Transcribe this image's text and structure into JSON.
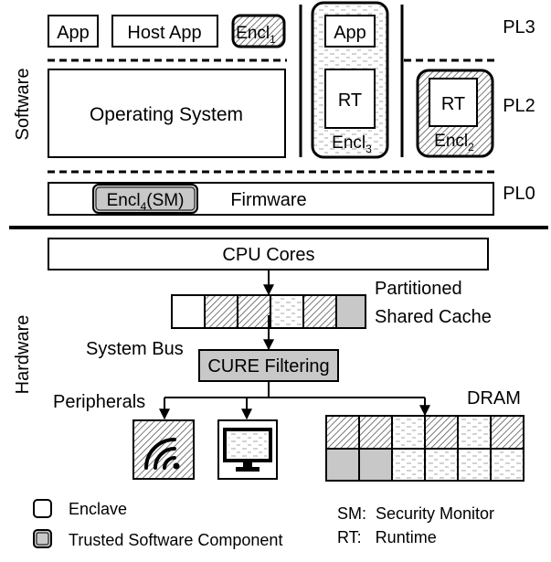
{
  "sections": {
    "software": "Software",
    "hardware": "Hardware"
  },
  "privilege_levels": {
    "pl3": "PL3",
    "pl2": "PL2",
    "pl0": "PL0"
  },
  "software": {
    "app": "App",
    "host_app": "Host App",
    "encl1": {
      "base": "Encl",
      "sub": "1"
    },
    "operating_system": "Operating System",
    "encl3_app": "App",
    "encl3_rt": "RT",
    "encl3": {
      "base": "Encl",
      "sub": "3"
    },
    "encl2_rt": "RT",
    "encl2": {
      "base": "Encl",
      "sub": "2"
    },
    "encl4": {
      "base": "Encl",
      "sub": "4",
      "suffix": "(SM)"
    },
    "firmware": "Firmware"
  },
  "hardware": {
    "cpu_cores": "CPU Cores",
    "cache_line1": "Partitioned",
    "cache_line2": "Shared Cache",
    "system_bus": "System Bus",
    "cure_filtering": "CURE Filtering",
    "peripherals": "Peripherals",
    "dram": "DRAM"
  },
  "legend": {
    "enclave": "Enclave",
    "trusted": "Trusted Software Component",
    "sm": "SM:  Security Monitor",
    "rt": "RT:   Runtime"
  },
  "colors": {
    "trusted_fill": "#c8c8c8",
    "stroke": "#000000"
  },
  "icons": [
    "wifi-icon",
    "monitor-icon"
  ]
}
